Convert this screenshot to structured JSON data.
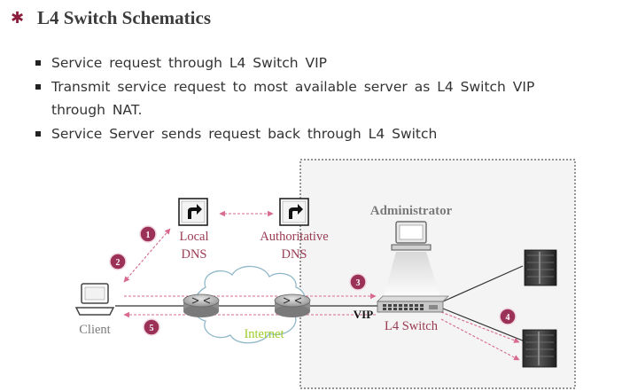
{
  "title": "L4 Switch Schematics",
  "bullets": [
    "Service request through L4 Switch VIP",
    "Transmit service request to most available server as L4 Switch VIP through NAT.",
    "Service Server sends request back through L4 Switch"
  ],
  "diagram": {
    "administrator": "Administrator",
    "local_dns": [
      "Local",
      "DNS"
    ],
    "authoritative_dns": [
      "Authoritative",
      "DNS"
    ],
    "client": "Client",
    "internet": "Internet",
    "vip": "VIP",
    "l4_switch": "L4 Switch",
    "steps": [
      "1",
      "2",
      "3",
      "4",
      "5"
    ]
  },
  "colors": {
    "accent": "#8a1e3c",
    "step_badge": "#9c3158",
    "internet_label": "#9ccc2c",
    "text_gray": "#7a7a7a",
    "label_red": "#9a3a52"
  }
}
